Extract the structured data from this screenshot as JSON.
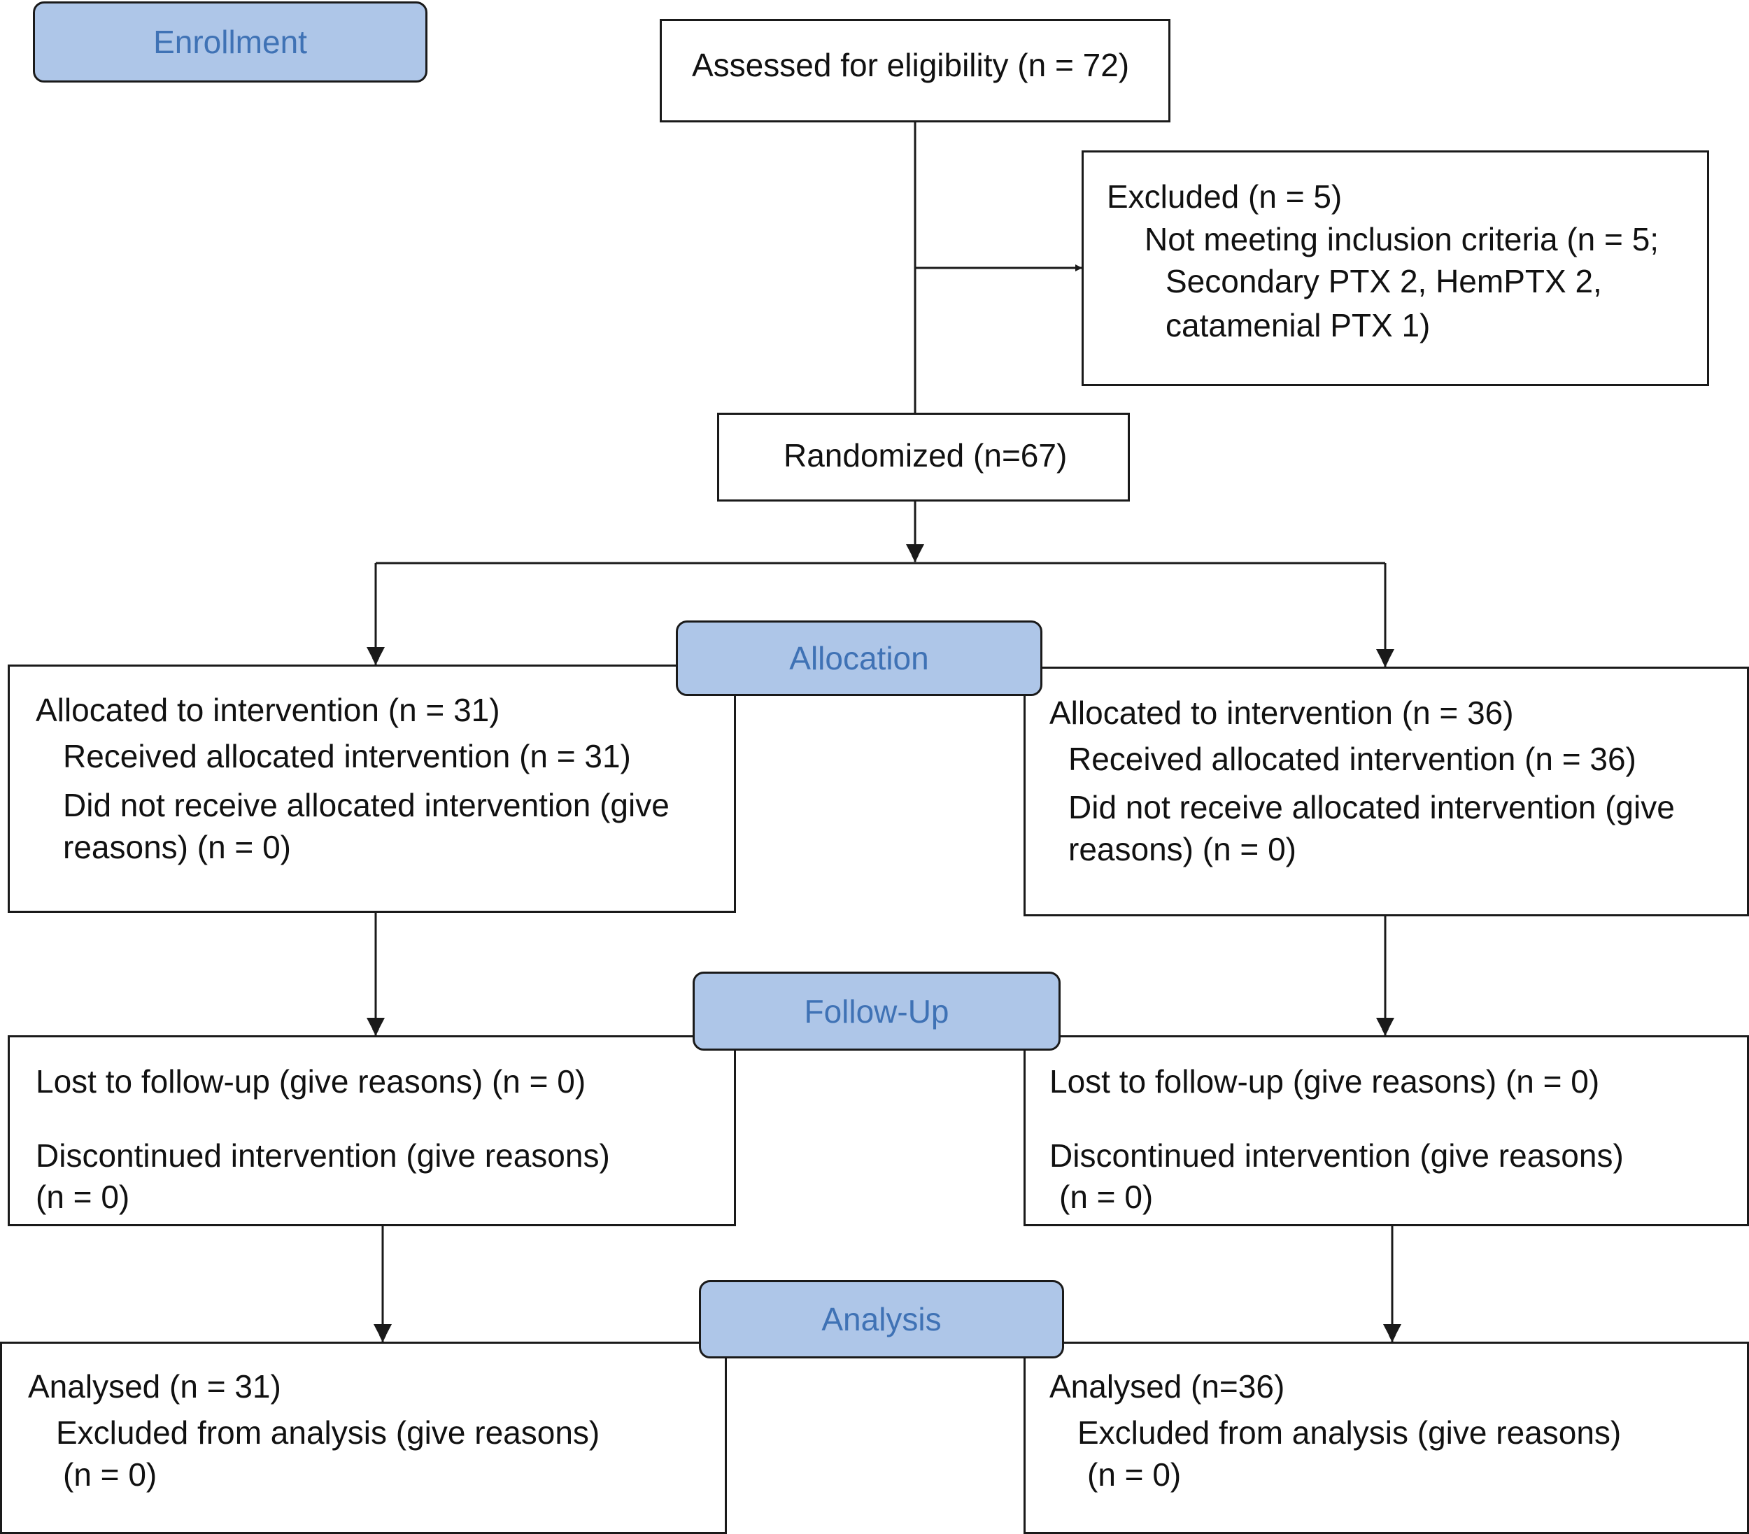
{
  "stages": {
    "enrollment": "Enrollment",
    "allocation": "Allocation",
    "follow_up": "Follow-Up",
    "analysis": "Analysis"
  },
  "assessed": {
    "text": "Assessed for eligibility (n = 72)"
  },
  "excluded": {
    "title": "Excluded  (n = 5)",
    "reason": "Not meeting inclusion criteria (n = 5;",
    "detail_1": "Secondary PTX 2, HemPTX 2,",
    "detail_2": "catamenial PTX 1)"
  },
  "randomized": {
    "text": "Randomized (n=67)"
  },
  "left_arm": {
    "allocation": {
      "title": "Allocated to intervention (n = 31)",
      "received": "Received allocated intervention (n = 31)",
      "not_received_1": "Did not receive allocated intervention (give",
      "not_received_2": "reasons) (n = 0)"
    },
    "follow_up": {
      "lost": "Lost to follow-up (give reasons) (n = 0)",
      "discontinued_1": "Discontinued intervention (give reasons)",
      "discontinued_2": "(n = 0)"
    },
    "analysis": {
      "title": "Analysed  (n = 31)",
      "excluded_1": "Excluded from analysis (give reasons)",
      "excluded_2": "(n = 0)"
    }
  },
  "right_arm": {
    "allocation": {
      "title": "Allocated to intervention (n = 36)",
      "received": "Received allocated intervention (n = 36)",
      "not_received_1": "Did not receive allocated intervention (give",
      "not_received_2": "reasons) (n = 0)"
    },
    "follow_up": {
      "lost": "Lost to follow-up (give reasons) (n = 0)",
      "discontinued_1": "Discontinued intervention (give reasons)",
      "discontinued_2": "(n = 0)"
    },
    "analysis": {
      "title": "Analysed  (n=36)",
      "excluded_1": "Excluded from analysis (give reasons)",
      "excluded_2": "(n = 0)"
    }
  }
}
